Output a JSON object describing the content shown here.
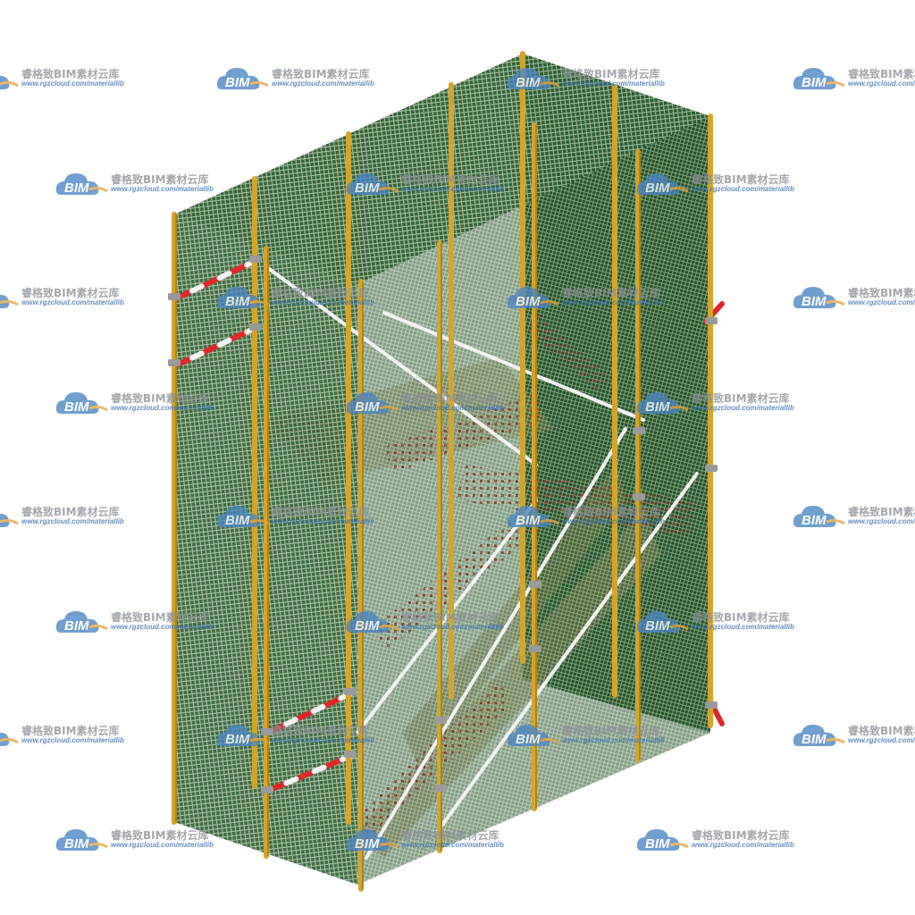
{
  "image": {
    "subject": "BIM scaffold safety net model",
    "colors": {
      "background": "#ffffff",
      "net": "#1f4d23",
      "net_light": "#3d6b3f",
      "pole": "#d4a52a",
      "pole_dark": "#a47a12",
      "rail_red": "#e0262a",
      "rail_white": "#f4f4f4",
      "stair_board": "#b89c70",
      "clamp": "#9a9a9a"
    }
  },
  "watermark": {
    "logo_text": "BIM",
    "title": "睿格致BIM素材云库",
    "url": "www.rgzcloud.com/materiallib",
    "cloud_color": "#4a84c4",
    "accent_color": "#e8a23a"
  }
}
